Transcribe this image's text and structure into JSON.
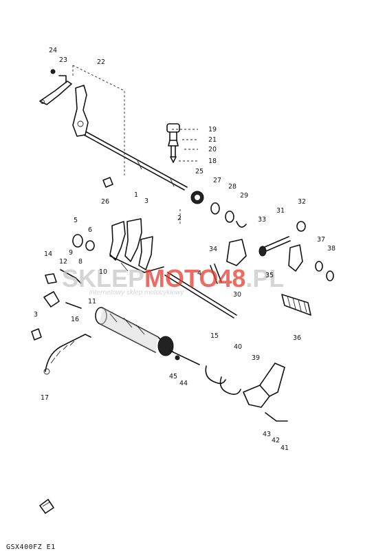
{
  "labels": [
    {
      "id": "24",
      "text": "24"
    },
    {
      "id": "23",
      "text": "23"
    },
    {
      "id": "22",
      "text": "22"
    },
    {
      "id": "19",
      "text": "19"
    },
    {
      "id": "21",
      "text": "21"
    },
    {
      "id": "20",
      "text": "20"
    },
    {
      "id": "18",
      "text": "18"
    },
    {
      "id": "25",
      "text": "25"
    },
    {
      "id": "27",
      "text": "27"
    },
    {
      "id": "28",
      "text": "28"
    },
    {
      "id": "29",
      "text": "29"
    },
    {
      "id": "26",
      "text": "26"
    },
    {
      "id": "1",
      "text": "1"
    },
    {
      "id": "3a",
      "text": "3"
    },
    {
      "id": "2",
      "text": "2"
    },
    {
      "id": "32",
      "text": "32"
    },
    {
      "id": "31",
      "text": "31"
    },
    {
      "id": "33",
      "text": "33"
    },
    {
      "id": "5",
      "text": "5"
    },
    {
      "id": "6",
      "text": "6"
    },
    {
      "id": "37",
      "text": "37"
    },
    {
      "id": "38",
      "text": "38"
    },
    {
      "id": "34",
      "text": "34"
    },
    {
      "id": "14",
      "text": "14"
    },
    {
      "id": "12",
      "text": "12"
    },
    {
      "id": "9",
      "text": "9"
    },
    {
      "id": "8",
      "text": "8"
    },
    {
      "id": "10",
      "text": "10"
    },
    {
      "id": "4",
      "text": "4"
    },
    {
      "id": "35",
      "text": "35"
    },
    {
      "id": "30",
      "text": "30"
    },
    {
      "id": "11",
      "text": "11"
    },
    {
      "id": "3b",
      "text": "3"
    },
    {
      "id": "16",
      "text": "16"
    },
    {
      "id": "15",
      "text": "15"
    },
    {
      "id": "36",
      "text": "36"
    },
    {
      "id": "40",
      "text": "40"
    },
    {
      "id": "39",
      "text": "39"
    },
    {
      "id": "45",
      "text": "45"
    },
    {
      "id": "44",
      "text": "44"
    },
    {
      "id": "17",
      "text": "17"
    },
    {
      "id": "43",
      "text": "43"
    },
    {
      "id": "42",
      "text": "42"
    },
    {
      "id": "41",
      "text": "41"
    }
  ],
  "watermark": {
    "brand_part1": "SKLEP",
    "brand_part2": "MOTO",
    "brand_part3": "48",
    "brand_part4": ".PL",
    "tagline": "internetowy sklep motocyklowy",
    "color_gray": "#c8c8c8",
    "color_red": "#e63b2e"
  },
  "footer": {
    "model_code": "GSX400FZ E1"
  }
}
